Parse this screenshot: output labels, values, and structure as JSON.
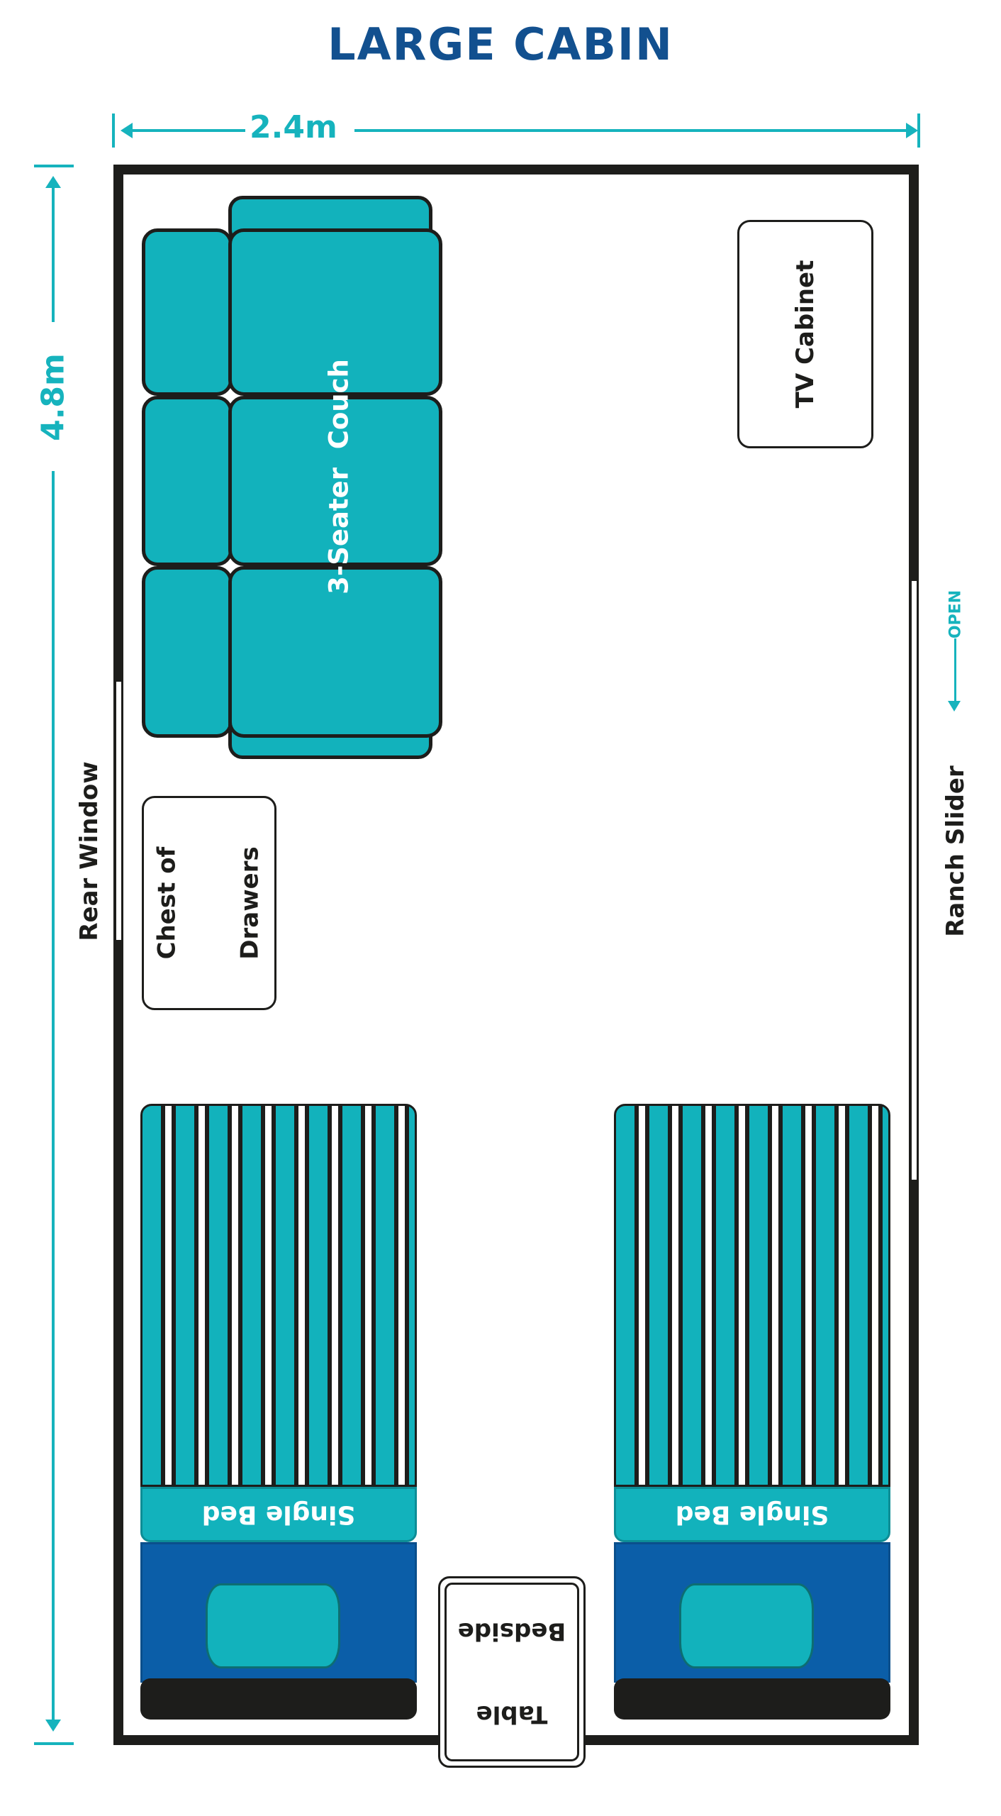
{
  "title": "LARGE CABIN",
  "colors": {
    "title": "#12508f",
    "dimension": "#16b3bd",
    "wall": "#1d1d1b",
    "furniture_teal": "#12b2bc",
    "mattress_blue": "#0b5ea8",
    "headboard": "#1d1d1b",
    "text_light": "#ffffff"
  },
  "dimensions": {
    "width_label": "2.4m",
    "height_label": "4.8m"
  },
  "walls": {
    "rear_window_label": "Rear Window",
    "ranch_slider_label": "Ranch Slider",
    "open_label": "OPEN"
  },
  "furniture": {
    "couch": {
      "label": "3-Seater  Couch",
      "cushion_count": 3,
      "back_cushion_count": 3,
      "armrest_count": 2
    },
    "tv_cabinet": {
      "label": "TV Cabinet"
    },
    "chest_of_drawers": {
      "label": "Chest of\nDrawers",
      "line1": "Chest of",
      "line2": "Drawers"
    },
    "bedside_table": {
      "label": "Bedside\nTable",
      "line1": "Bedside",
      "line2": "Table"
    },
    "bed_left": {
      "label": "Single Bed"
    },
    "bed_right": {
      "label": "Single Bed"
    }
  }
}
